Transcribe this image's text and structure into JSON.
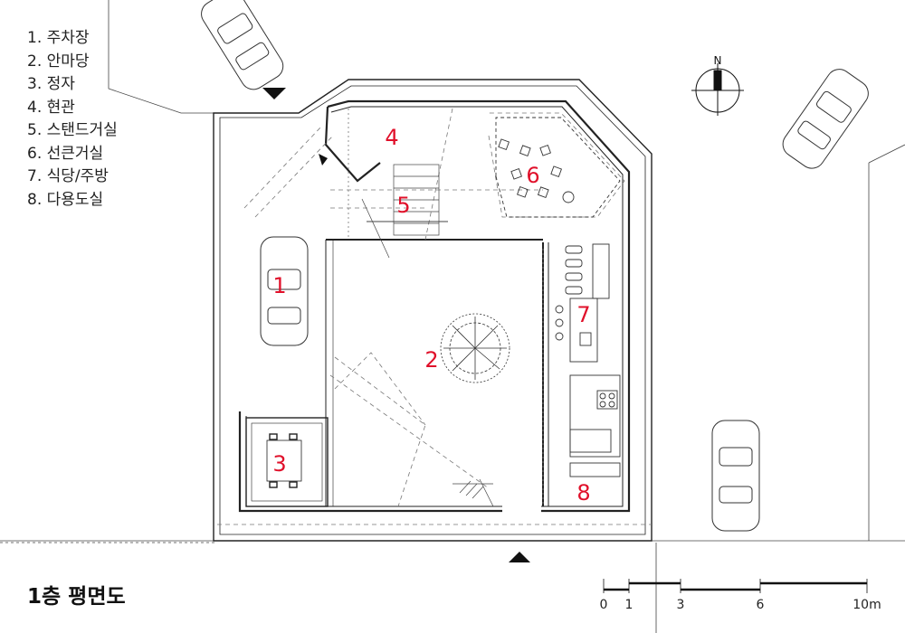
{
  "legend": [
    "1. 주차장",
    "2. 안마당",
    "3. 정자",
    "4. 현관",
    "5. 스탠드거실",
    "6. 선큰거실",
    "7. 식당/주방",
    "8. 다용도실"
  ],
  "title": "1층 평면도",
  "north_label": "N",
  "room_numbers": [
    "1",
    "2",
    "3",
    "4",
    "5",
    "6",
    "7",
    "8"
  ],
  "scale_bar": {
    "ticks": [
      "0",
      "1",
      "3",
      "6",
      "10m"
    ]
  },
  "colors": {
    "line": "#333333",
    "label_red": "#e0102a"
  }
}
